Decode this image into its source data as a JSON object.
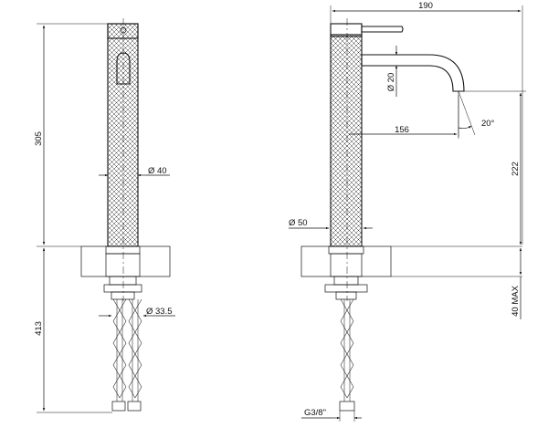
{
  "dimensions": {
    "front_height_upper": "305",
    "front_height_lower": "413",
    "front_diameter_body": "Ø 40",
    "front_diameter_hose": "Ø 33.5",
    "side_width_total": "190",
    "side_diameter_spout": "Ø 20",
    "side_spout_reach": "156",
    "side_angle": "20°",
    "side_height_spout": "222",
    "side_diameter_base": "Ø 50",
    "side_max_thickness": "40 MAX",
    "side_thread": "G3/8\""
  }
}
